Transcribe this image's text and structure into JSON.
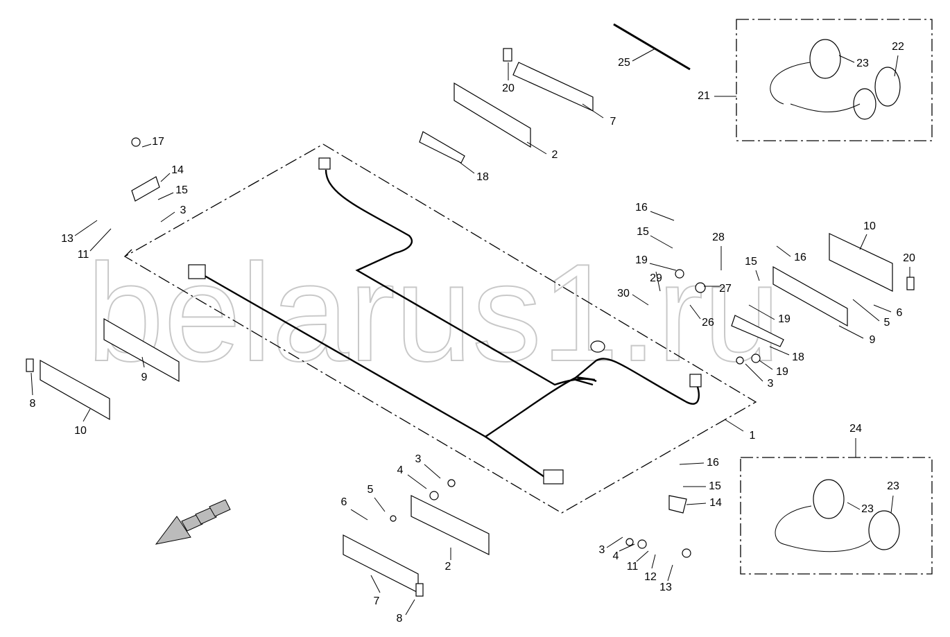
{
  "watermark": "belarus1.ru",
  "callouts": [
    "25",
    "23",
    "22",
    "21",
    "20",
    "7",
    "2",
    "18",
    "17",
    "14",
    "15",
    "3",
    "13",
    "11",
    "16",
    "15",
    "28",
    "10",
    "16",
    "15",
    "20",
    "19",
    "29",
    "30",
    "27",
    "26",
    "19",
    "6",
    "5",
    "9",
    "18",
    "19",
    "3",
    "9",
    "8",
    "10",
    "1",
    "24",
    "16",
    "15",
    "14",
    "23",
    "23",
    "3",
    "4",
    "5",
    "6",
    "2",
    "3",
    "4",
    "11",
    "12",
    "13",
    "7",
    "8"
  ]
}
